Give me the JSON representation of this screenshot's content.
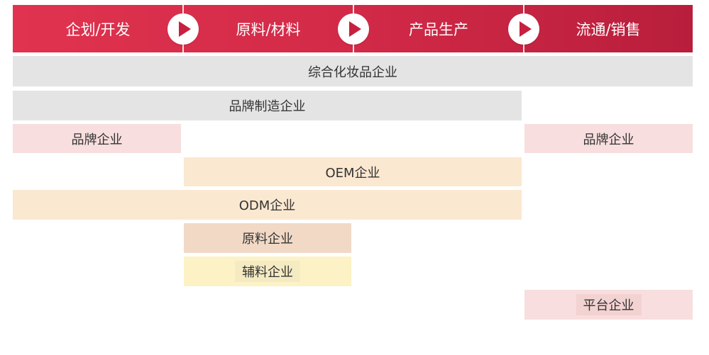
{
  "stages": [
    "企划/开发",
    "原料/材料",
    "产品生产",
    "流通/销售"
  ],
  "bars": {
    "comprehensive": "综合化妆品企业",
    "brand_manufacturing": "品牌制造企业",
    "brand_left": "品牌企业",
    "brand_right": "品牌企业",
    "oem": "OEM企业",
    "odm": "ODM企业",
    "raw_material": "原料企业",
    "auxiliary_material": "辅料企业",
    "platform": "平台企业"
  }
}
